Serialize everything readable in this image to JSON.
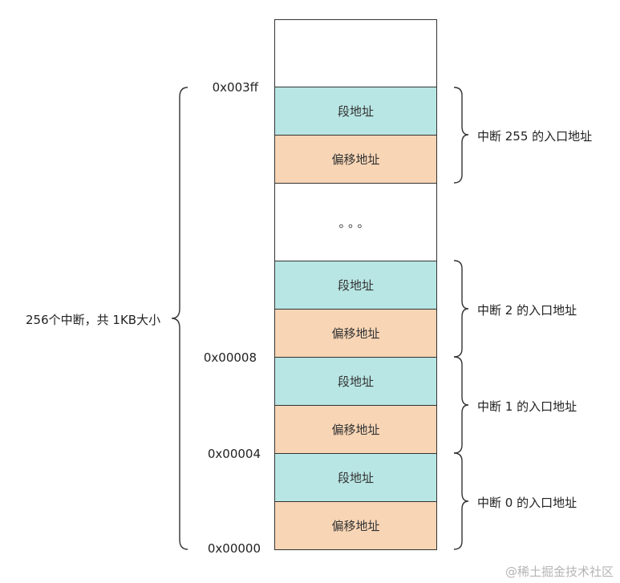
{
  "blocks": {
    "top_empty": "",
    "ellipsis": "。。。",
    "seg_label": "段地址",
    "off_label": "偏移地址"
  },
  "addresses": {
    "a3ff": "0x003ff",
    "a8": "0x00008",
    "a4": "0x00004",
    "a0": "0x00000"
  },
  "groups": {
    "int255": "中断 255 的入口地址",
    "int2": "中断 2 的入口地址",
    "int1": "中断 1 的入口地址",
    "int0": "中断 0 的入口地址"
  },
  "left_label": "256个中断，共 1KB大小",
  "watermark": "@稀土掘金技术社区",
  "colors": {
    "segment_fill": "#b8e6e4",
    "offset_fill": "#f8d5b5",
    "border": "#333333"
  }
}
